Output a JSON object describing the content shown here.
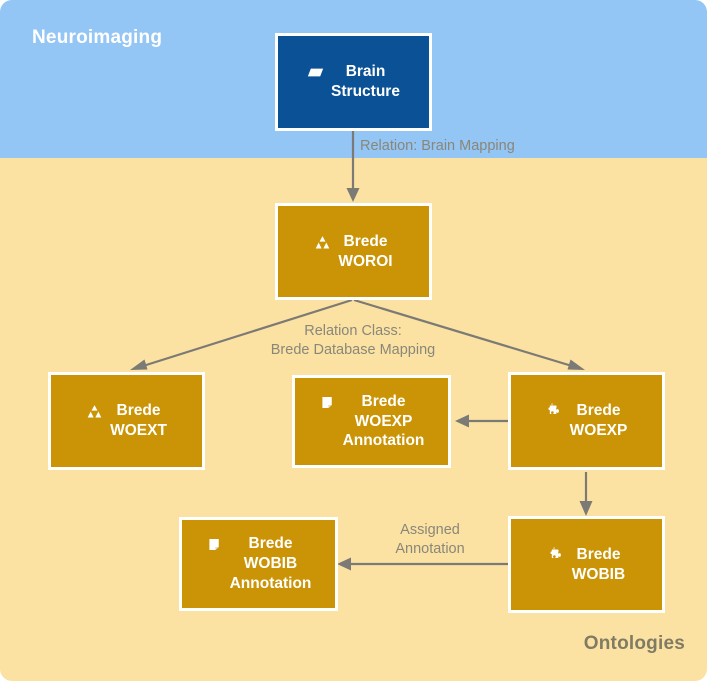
{
  "diagram": {
    "title": "Brede ontology mapping diagram",
    "colors": {
      "lane_neuroimaging_bg": "#93c5f5",
      "lane_ontologies_bg": "#fbe2a3",
      "node_blue": "#0a5195",
      "node_gold": "#ca9406",
      "edge": "#7c7a74",
      "edge_label_text": "#8a8779",
      "lane_title_neuro_text": "#ffffff",
      "lane_title_onto_text": "#807b63"
    }
  },
  "lanes": [
    {
      "id": "neuroimaging",
      "label": "Neuroimaging"
    },
    {
      "id": "ontologies",
      "label": "Ontologies"
    }
  ],
  "nodes": [
    {
      "id": "brain-structure",
      "label": "Brain\nStructure",
      "icon": "parallelogram-icon",
      "color": "blue"
    },
    {
      "id": "brede-woroi",
      "label": "Brede\nWOROI",
      "icon": "hierarchy-icon",
      "color": "gold"
    },
    {
      "id": "brede-woext",
      "label": "Brede\nWOEXT",
      "icon": "hierarchy-icon",
      "color": "gold"
    },
    {
      "id": "brede-woexp-annotation",
      "label": "Brede\nWOEXP\nAnnotation",
      "icon": "note-icon",
      "color": "gold"
    },
    {
      "id": "brede-woexp",
      "label": "Brede\nWOEXP",
      "icon": "puzzle-piece-icon",
      "color": "gold"
    },
    {
      "id": "brede-wobib-annotation",
      "label": "Brede\nWOBIB\nAnnotation",
      "icon": "note-icon",
      "color": "gold"
    },
    {
      "id": "brede-wobib",
      "label": "Brede\nWOBIB",
      "icon": "puzzle-piece-icon",
      "color": "gold"
    }
  ],
  "edges": [
    {
      "id": "brain-mapping",
      "from": "brain-structure",
      "to": "brede-woroi",
      "label": "Relation: Brain Mapping"
    },
    {
      "id": "brede-database-mapping",
      "from": "brede-woroi",
      "to": "brede-woext, brede-woexp",
      "label": "Relation Class:\nBrede Database Mapping"
    },
    {
      "id": "woexp-to-annotation",
      "from": "brede-woexp",
      "to": "brede-woexp-annotation",
      "label": ""
    },
    {
      "id": "woexp-to-wobib",
      "from": "brede-woexp",
      "to": "brede-wobib",
      "label": ""
    },
    {
      "id": "assigned-annotation",
      "from": "brede-wobib",
      "to": "brede-wobib-annotation",
      "label": "Assigned\nAnnotation"
    }
  ]
}
